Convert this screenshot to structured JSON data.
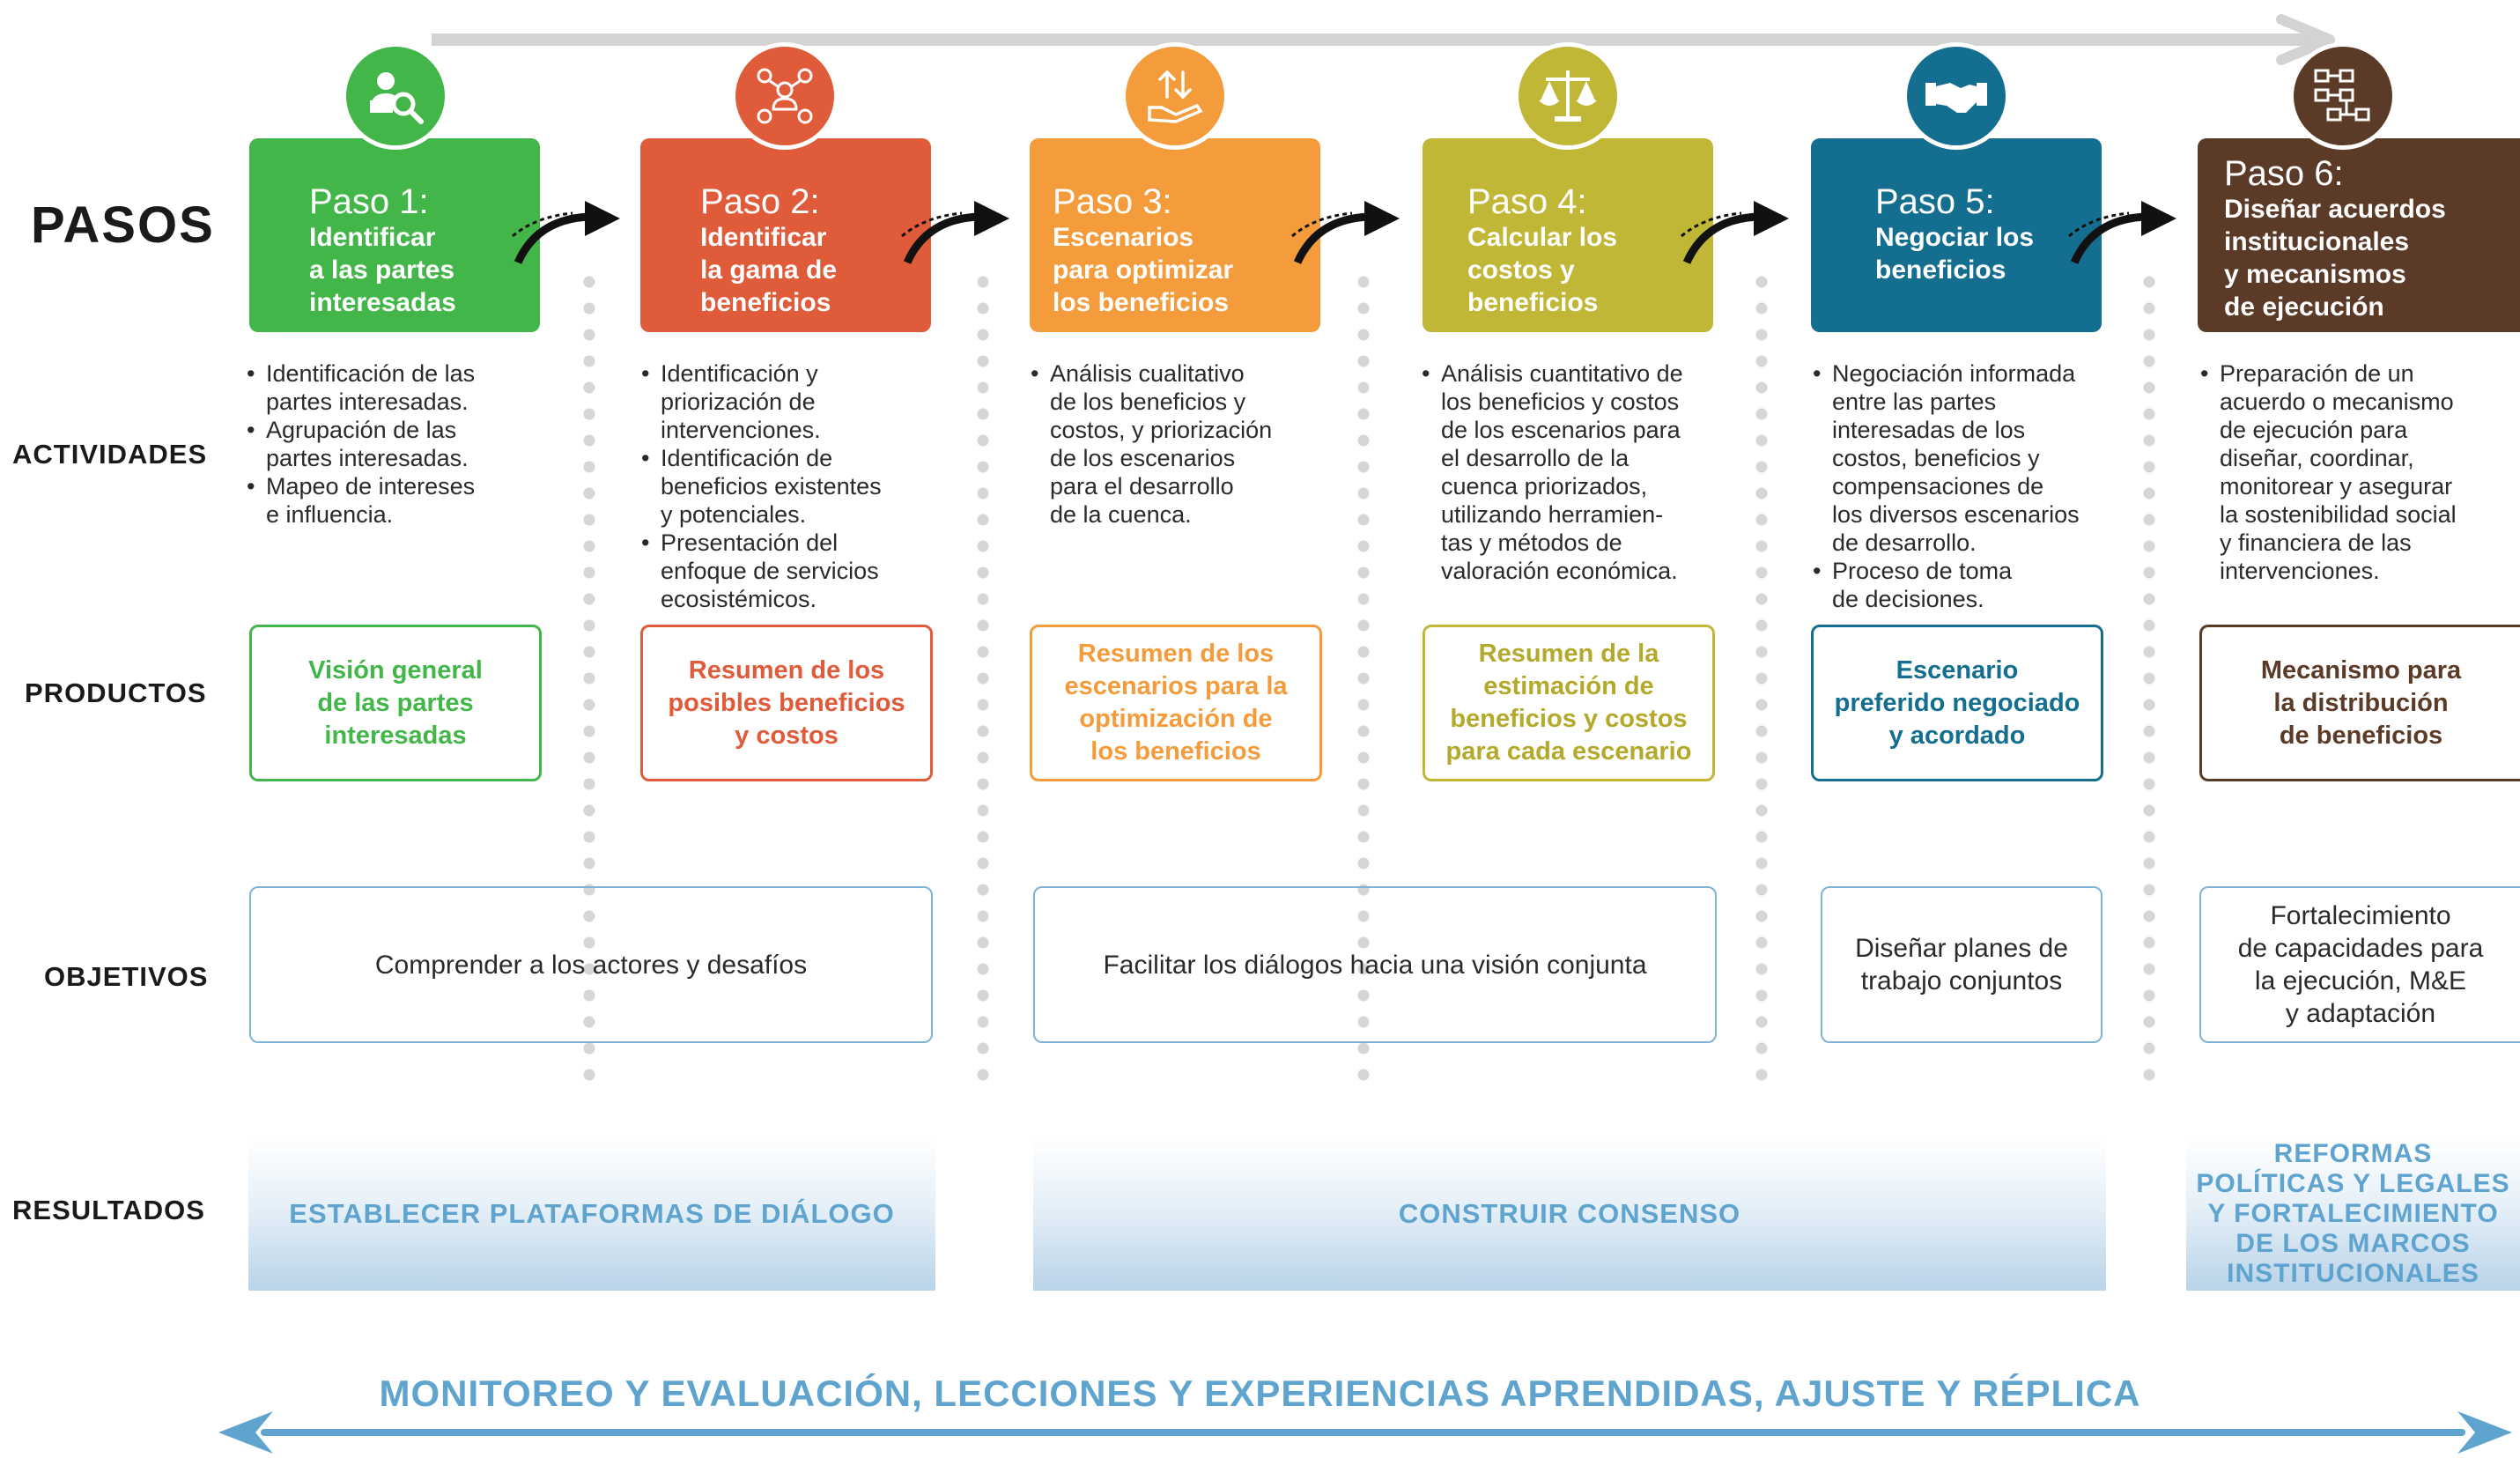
{
  "row_labels": {
    "pasos": "PASOS",
    "actividades": "ACTIVIDADES",
    "productos": "PRODUCTOS",
    "objetivos": "OBJETIVOS",
    "resultados": "RESULTADOS"
  },
  "steps": [
    {
      "num": "Paso 1:",
      "title": "Identificar\na las partes\ninteresadas",
      "color": "#43b649",
      "icon": "person-search-icon"
    },
    {
      "num": "Paso 2:",
      "title": "Identificar\nla gama de\nbeneficios",
      "color": "#df5b3a",
      "icon": "benefits-network-icon"
    },
    {
      "num": "Paso 3:",
      "title": "Escenarios\npara optimizar\nlos beneficios",
      "color": "#f49c3c",
      "icon": "hand-exchange-arrows-icon"
    },
    {
      "num": "Paso 4:",
      "title": "Calcular los\ncostos y\nbeneficios",
      "color": "#c1b737",
      "icon": "balance-scale-icon"
    },
    {
      "num": "Paso 5:",
      "title": "Negociar los\nbeneficios",
      "color": "#146e8f",
      "icon": "handshake-icon"
    },
    {
      "num": "Paso 6:",
      "title": "Diseñar acuerdos\ninstitucionales\ny mecanismos\nde ejecución",
      "color": "#5b3b27",
      "icon": "flowchart-icon"
    }
  ],
  "activities": [
    [
      "Identificación de las\npartes interesadas.",
      "Agrupación de las\npartes interesadas.",
      "Mapeo de intereses\ne influencia."
    ],
    [
      "Identificación y\npriorización de\nintervenciones.",
      "Identificación de\nbeneficios existentes\ny potenciales.",
      "Presentación del\nenfoque de servicios\necosistémicos."
    ],
    [
      "Análisis cualitativo\nde los beneficios y\ncostos, y priorización\nde los escenarios\npara el desarrollo\nde la cuenca."
    ],
    [
      "Análisis cuantitativo de\nlos beneficios y costos\nde los escenarios para\nel desarrollo de la\ncuenca priorizados,\nutilizando herramien-\ntas y métodos de\nvaloración económica."
    ],
    [
      "Negociación informada\nentre las partes\ninteresadas de los\ncostos, beneficios y\ncompensaciones de\nlos diversos escenarios\nde desarrollo.",
      "Proceso de toma\nde decisiones."
    ],
    [
      "Preparación de un\nacuerdo o mecanismo\nde ejecución para\ndiseñar, coordinar,\nmonitorear y asegurar\nla sostenibilidad social\ny financiera de las\nintervenciones."
    ]
  ],
  "products": [
    {
      "text": "Visión general\nde las partes\ninteresadas",
      "color": "#43b649"
    },
    {
      "text": "Resumen de los\nposibles beneficios\ny costos",
      "color": "#df5b3a"
    },
    {
      "text": "Resumen de los\nescenarios para la\noptimización de\nlos beneficios",
      "color": "#f49c3c"
    },
    {
      "text": "Resumen de la\nestimación de\nbeneficios y costos\npara cada escenario",
      "color": "#b3aa2c"
    },
    {
      "text": "Escenario\npreferido negociado\ny acordado",
      "color": "#146e8f"
    },
    {
      "text": "Mecanismo para\nla distribución\nde beneficios",
      "color": "#5b3b27"
    }
  ],
  "objectives": [
    "Comprender a los actores y desafíos",
    "Facilitar los diálogos hacia una visión conjunta",
    "Diseñar planes de\ntrabajo conjuntos",
    "Fortalecimiento\nde capacidades para\nla ejecución, M&E\ny adaptación"
  ],
  "results": [
    "ESTABLECER PLATAFORMAS DE DIÁLOGO",
    "CONSTRUIR CONSENSO",
    "REFORMAS\nPOLÍTICAS Y LEGALES\nY FORTALECIMIENTO\nDE LOS MARCOS\nINSTITUCIONALES"
  ],
  "footer": "MONITOREO Y EVALUACIÓN, LECCIONES Y EXPERIENCIAS APRENDIDAS, AJUSTE Y RÉPLICA",
  "colors": {
    "accent_blue": "#5fa3cf",
    "objective_border": "#7fb3d5",
    "top_arrow": "#d3d3d3"
  }
}
